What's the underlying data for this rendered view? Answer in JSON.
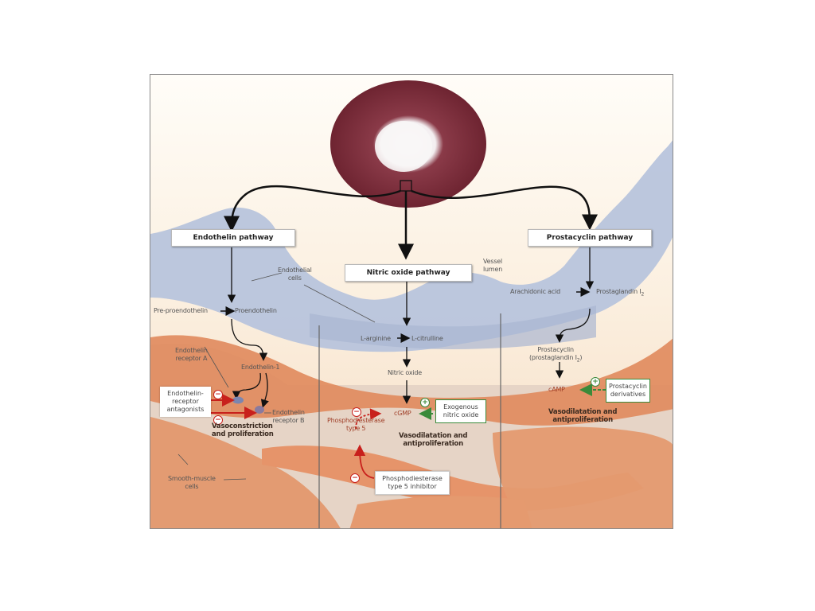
{
  "figure": {
    "vessel_inset": {
      "label": "vessel-cross-section"
    },
    "pathways": [
      {
        "id": "endothelin",
        "label": "Endothelin pathway"
      },
      {
        "id": "nitric_oxide",
        "label": "Nitric oxide pathway"
      },
      {
        "id": "prostacyclin",
        "label": "Prostacyclin pathway"
      }
    ],
    "region_labels": {
      "vessel_lumen": "Vessel\nlumen",
      "endothelial_cells": "Endothelial\ncells",
      "smooth_muscle_cells": "Smooth-muscle\ncells"
    },
    "endothelin": {
      "pre_proendothelin": "Pre-proendothelin",
      "proendothelin": "Proendothelin",
      "endothelin_1": "Endothelin-1",
      "receptor_a": "Endothelin\nreceptor A",
      "receptor_b": "Endothelin\nreceptor B",
      "antagonists": "Endothelin-\nreceptor\nantagonists",
      "effect": "Vasoconstriction\nand proliferation"
    },
    "nitric_oxide": {
      "l_arginine": "L-arginine",
      "l_citrulline": "L-citrulline",
      "nitric_oxide": "Nitric oxide",
      "cgmp": "cGMP",
      "pde5": "Phosphodiesterase\ntype 5",
      "exogenous": "Exogenous\nnitric oxide",
      "pde5_inhibitor": "Phosphodiesterase\ntype 5 inhibitor",
      "effect": "Vasodilatation and\nantiproliferation"
    },
    "prostacyclin": {
      "arachidonic_acid": "Arachidonic acid",
      "prostaglandin_i2": "Prostaglandin I",
      "prostacyclin": "Prostacyclin",
      "prostacyclin_sub": "(prostaglandin I",
      "camp": "cAMP",
      "derivatives": "Prostacyclin\nderivatives",
      "effect": "Vasodilatation and\nantiproliferation"
    },
    "signs": {
      "minus": "−",
      "plus": "+"
    },
    "colors": {
      "endothelium": "#b8c4dc",
      "smooth_muscle": "#e08a5c",
      "lumen": "#fbefdf",
      "inhibit": "#c8201c",
      "stimulate": "#3a8a3a",
      "vessel_wall": "#7a2a36"
    }
  }
}
